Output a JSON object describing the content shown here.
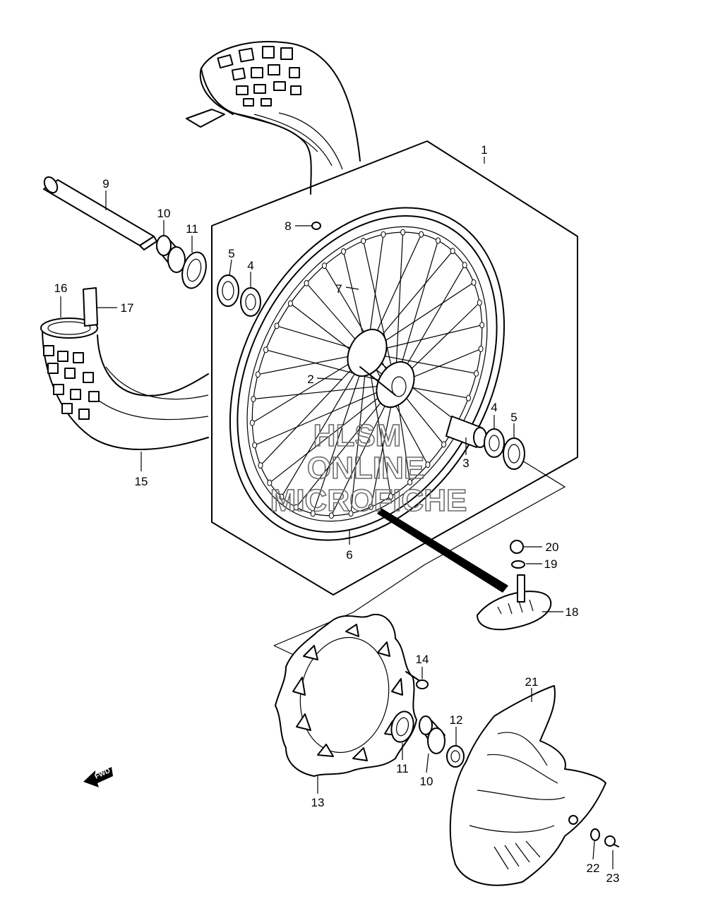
{
  "diagram": {
    "callouts": [
      {
        "id": "c1",
        "text": "1"
      },
      {
        "id": "c2",
        "text": "2"
      },
      {
        "id": "c3",
        "text": "3"
      },
      {
        "id": "c4a",
        "text": "4"
      },
      {
        "id": "c4b",
        "text": "4"
      },
      {
        "id": "c5a",
        "text": "5"
      },
      {
        "id": "c5b",
        "text": "5"
      },
      {
        "id": "c6",
        "text": "6"
      },
      {
        "id": "c7",
        "text": "7"
      },
      {
        "id": "c8",
        "text": "8"
      },
      {
        "id": "c9",
        "text": "9"
      },
      {
        "id": "c10a",
        "text": "10"
      },
      {
        "id": "c10b",
        "text": "10"
      },
      {
        "id": "c11a",
        "text": "11"
      },
      {
        "id": "c11b",
        "text": "11"
      },
      {
        "id": "c12",
        "text": "12"
      },
      {
        "id": "c13",
        "text": "13"
      },
      {
        "id": "c14",
        "text": "14"
      },
      {
        "id": "c15",
        "text": "15"
      },
      {
        "id": "c16",
        "text": "16"
      },
      {
        "id": "c17",
        "text": "17"
      },
      {
        "id": "c18",
        "text": "18"
      },
      {
        "id": "c19",
        "text": "19"
      },
      {
        "id": "c20",
        "text": "20"
      },
      {
        "id": "c21",
        "text": "21"
      },
      {
        "id": "c22",
        "text": "22"
      },
      {
        "id": "c23",
        "text": "23"
      }
    ],
    "fwd_label": "FWD",
    "watermark": [
      "HLSM",
      "ONLINE",
      "MICROFICHE"
    ]
  }
}
